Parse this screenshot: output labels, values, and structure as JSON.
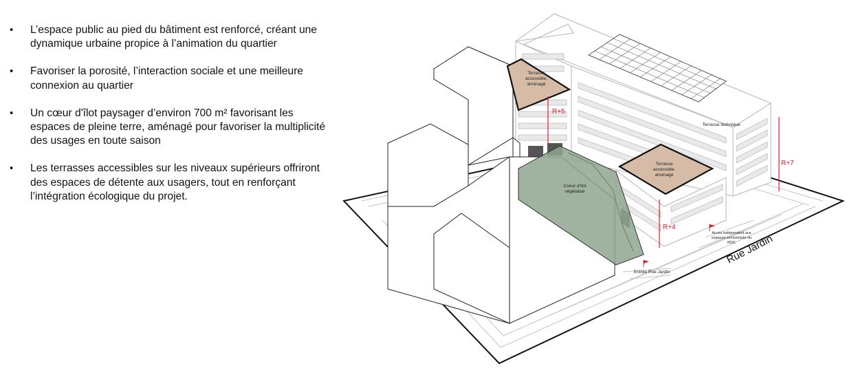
{
  "bullets": [
    {
      "marker": "•",
      "text": "L’espace public au pied du bâtiment est renforcé, créant une dynamique urbaine propice à l’animation du quartier"
    },
    {
      "marker": "•",
      "text": "Favoriser la porosité, l’interaction sociale et une meilleure connexion au quartier"
    },
    {
      "marker": "•",
      "text": "Un cœur d'îlot paysager d’environ 700 m² favorisant les espaces de pleine terre, aménagé pour favoriser la multiplicité des usages en toute saison"
    },
    {
      "marker": "•",
      "text": "Les terrasses accessibles sur les niveaux supérieurs offriront des espaces de détente aux usagers, tout en renforçant l’intégration écologique du projet."
    }
  ],
  "diagram": {
    "terrasse_left_l1": "Terrasse",
    "terrasse_left_l2": "accessible,",
    "terrasse_left_l3": "aménagé",
    "terrasse_right_l1": "Terrasse",
    "terrasse_right_l2": "accessible,",
    "terrasse_right_l3": "aménagé",
    "terrasse_technique": "Terrasse technique",
    "coeur_l1": "Coeur d'îlot",
    "coeur_l2": "végétalisé",
    "label_r5": "R+5",
    "label_r4": "R+4",
    "label_r7": "R+7",
    "acces_l1": "Accès indépendant aux",
    "acces_l2": "espaces servicielsde du",
    "acces_l3": "RDC",
    "entree": "Entrée Rue Jardin",
    "rue": "Rue Jardin",
    "colors": {
      "terrace_fill": "#d6bca6",
      "courtyard_fill": "#8fa68f",
      "level_red": "#e0192a",
      "outline": "#1a1a1a",
      "light_line": "#b8b8b8"
    }
  }
}
